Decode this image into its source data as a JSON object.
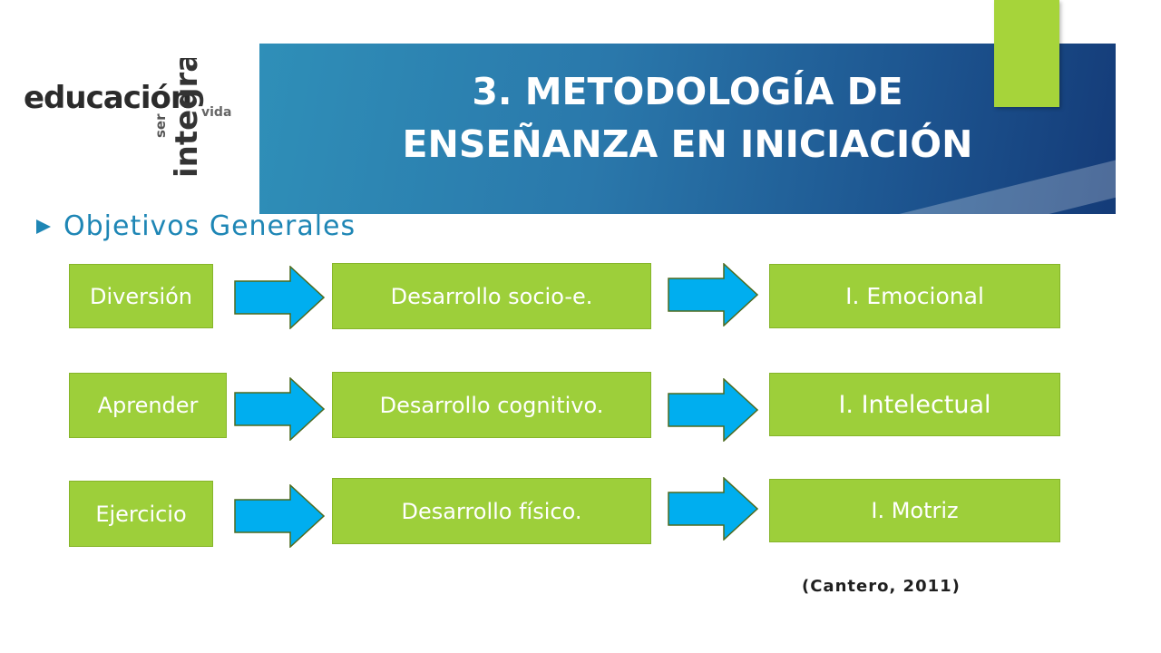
{
  "logo": {
    "main_word": "educación",
    "vertical_word": "integral",
    "small_words": [
      "vida",
      "ser"
    ]
  },
  "header": {
    "title_line1": "3. METODOLOGÍA DE",
    "title_line2": "ENSEÑANZA EN INICIACIÓN"
  },
  "subtitle": "Objetivos Generales",
  "rows": [
    {
      "source": "Diversión",
      "development": "Desarrollo socio-e.",
      "intelligence": "I. Emocional"
    },
    {
      "source": "Aprender",
      "development": "Desarrollo cognitivo.",
      "intelligence": "I. Intelectual"
    },
    {
      "source": "Ejercicio",
      "development": "Desarrollo físico.",
      "intelligence": "I. Motriz"
    }
  ],
  "citation": "(Cantero, 2011)",
  "colors": {
    "box_green": "#9dcf3a",
    "arrow_blue": "#00aeef",
    "accent_green": "#a6d43a",
    "subtitle_blue": "#1e86b5"
  }
}
